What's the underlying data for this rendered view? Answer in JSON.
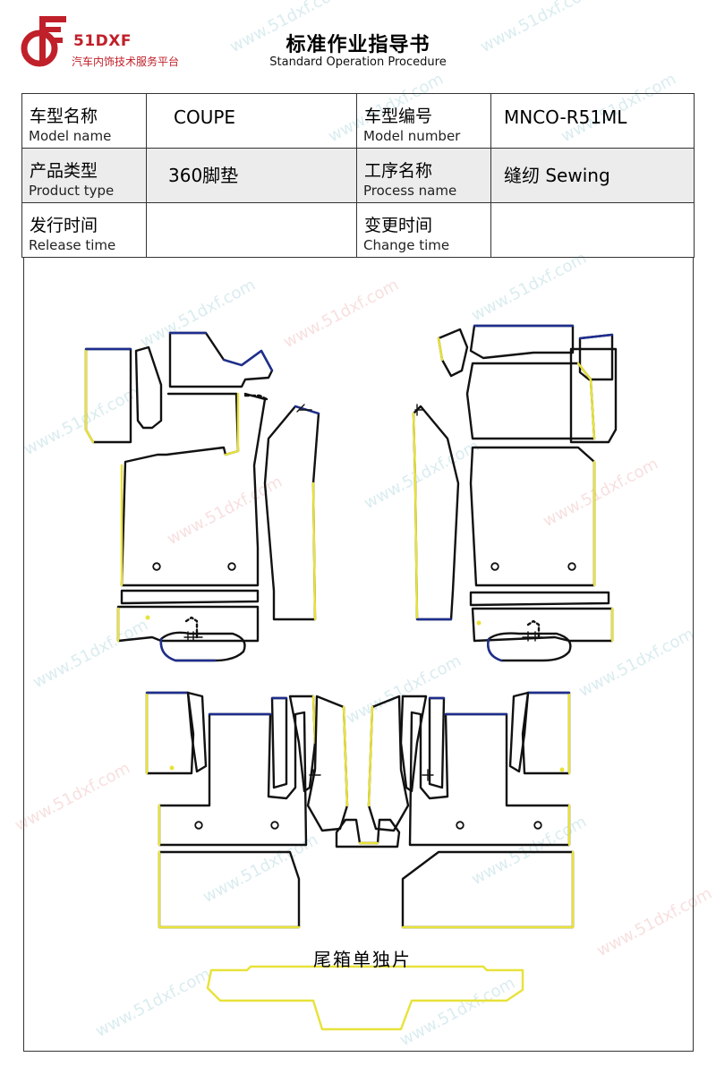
{
  "header": {
    "logo_brand": "51DXF",
    "logo_tagline": "汽车内饰技术服务平台",
    "title": "标准作业指导书",
    "subtitle": "Standard Operation Procedure"
  },
  "info": {
    "model_name_cn": "车型名称",
    "model_name_en": "Model name",
    "model_name_value": "COUPE",
    "model_number_cn": "车型编号",
    "model_number_en": "Model number",
    "model_number_value": "MNCO-R51ML",
    "product_type_cn": "产品类型",
    "product_type_en": "Product type",
    "product_type_value": "360脚垫",
    "process_name_cn": "工序名称",
    "process_name_en": "Process name",
    "process_name_value": "缝纫 Sewing",
    "release_time_cn": "发行时间",
    "release_time_en": "Release time",
    "release_time_value": "",
    "change_time_cn": "变更时间",
    "change_time_en": "Change time",
    "change_time_value": ""
  },
  "drawing": {
    "trunk_label": "尾箱单独片",
    "colors": {
      "outline": "#111111",
      "edge_yellow": "#e8e23a",
      "edge_blue": "#1e2e8f",
      "brand_red": "#c0202a"
    }
  },
  "watermark": {
    "text": "www.51dxf.com"
  }
}
